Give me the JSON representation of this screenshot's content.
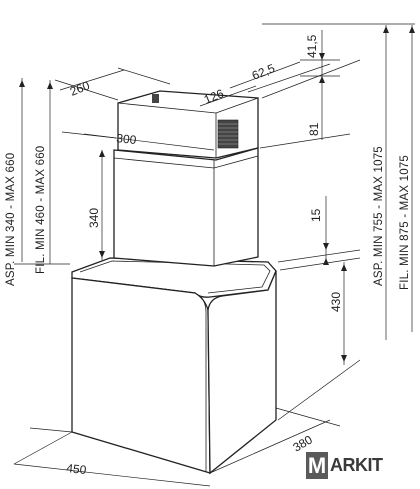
{
  "dimensions": {
    "d41_5": "41,5",
    "d62_5": "62,5",
    "d260": "260",
    "d126": "126",
    "d300": "300",
    "d81": "81",
    "d340": "340",
    "d15": "15",
    "d430": "430",
    "d380": "380",
    "d450": "450"
  },
  "labels": {
    "asp_left": "ASP. MIN 340 - MAX 660",
    "fil_left": "FIL. MIN 460 - MAX 660",
    "asp_right": "ASP. MIN 755 - MAX 1075",
    "fil_right": "FIL. MIN 875 - MAX 1075"
  },
  "logo": {
    "letter": "M",
    "text": "ARKIT"
  }
}
